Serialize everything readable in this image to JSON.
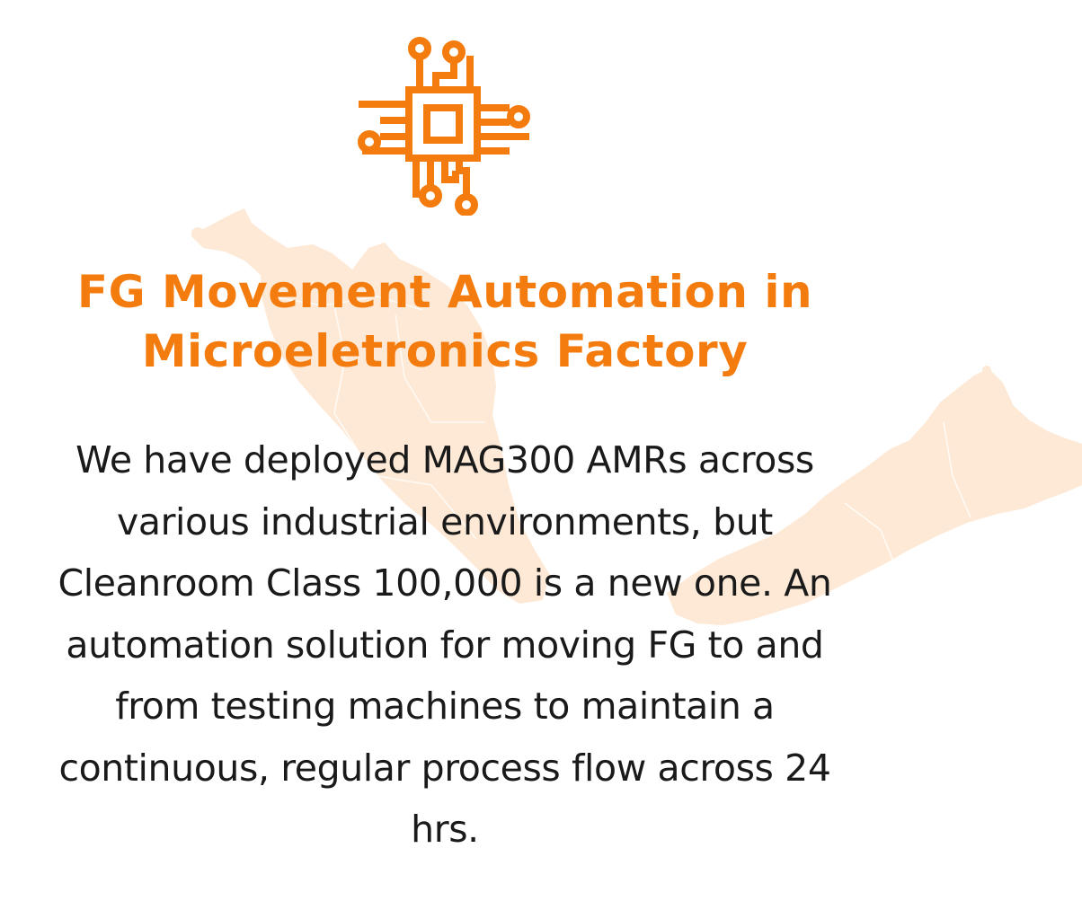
{
  "colors": {
    "accent": "#f47c0f",
    "map_fill": "#fde9d6",
    "text": "#1a1a1a",
    "background": "#ffffff"
  },
  "icons": {
    "top_icon": "circuit-chip-icon",
    "background": "map-silhouette"
  },
  "card": {
    "title": "FG Movement Automation in Microeletronics Factory",
    "body": "We have deployed MAG300 AMRs across various industrial environments, but Cleanroom Class 100,000 is a new one. An automation solution for moving FG to and from testing machines to maintain a continuous, regular process flow across 24 hrs."
  }
}
